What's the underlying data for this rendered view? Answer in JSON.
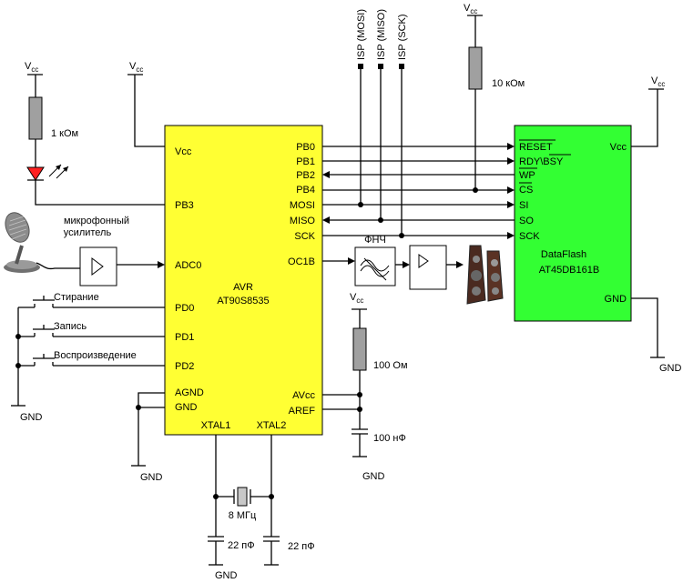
{
  "power": {
    "vcc_main": "V",
    "vcc_sub": "cc",
    "gnd": "GND"
  },
  "mcu": {
    "name": "AVR",
    "part": "AT90S8535",
    "left_pins": [
      "Vcc",
      "PB3",
      "ADC0",
      "PD0",
      "PD1",
      "PD2",
      "AGND",
      "GND"
    ],
    "right_pins": [
      "PB0",
      "PB1",
      "PB2",
      "PB4",
      "MOSI",
      "MISO",
      "SCK",
      "OC1B",
      "AVcc",
      "AREF"
    ],
    "bottom_pins": [
      "XTAL1",
      "XTAL2"
    ],
    "color": "#ffff33"
  },
  "flash": {
    "name": "DataFlash",
    "part": "AT45DB161B",
    "left_pins": [
      "RESET",
      "RDY\\BSY",
      "WP",
      "CS",
      "SI",
      "SO",
      "SCK"
    ],
    "right_pins": [
      "Vcc",
      "GND"
    ],
    "color": "#33ff33"
  },
  "isp": [
    "ISP (MOSI)",
    "ISP (MISO)",
    "ISP (SCK)"
  ],
  "components": {
    "r_led": "1 кОм",
    "r_pullup": "10 кОм",
    "r_avcc": "100 Ом",
    "c_aref": "100 нФ",
    "crystal": "8 МГц",
    "c_x1": "22 пФ",
    "c_x2": "22 пФ"
  },
  "mic_amp_label": [
    "микрофонный",
    "усилитель"
  ],
  "filter_label": "ФНЧ",
  "buttons": [
    "Стирание",
    "Запись",
    "Воспроизведение"
  ],
  "colors": {
    "led": "#ff2020",
    "resistor": "#a0a0a0",
    "crystal": "#c8c8c8"
  }
}
